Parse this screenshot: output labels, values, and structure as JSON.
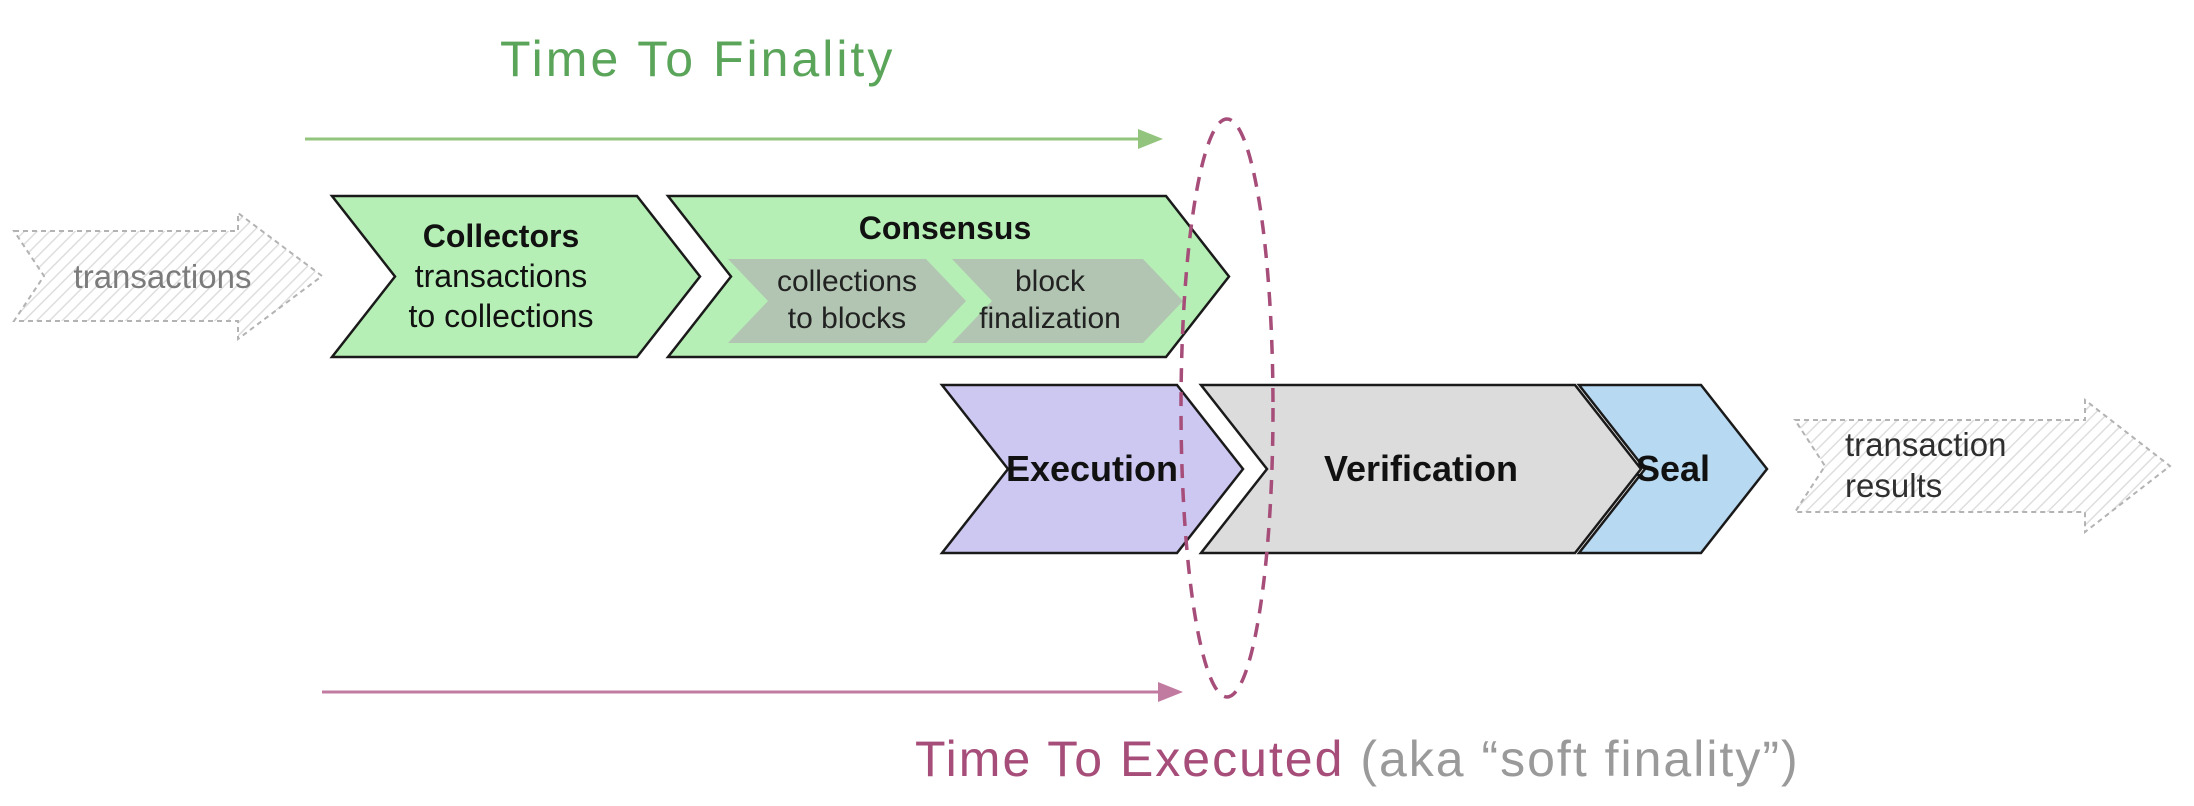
{
  "title": "Time To Finality",
  "caption": {
    "main": "Time To Executed",
    "suffix": " (aka “soft finality”)"
  },
  "io": {
    "input_label": "transactions",
    "output_label_line1": "transaction",
    "output_label_line2": "results"
  },
  "stages": {
    "collectors": {
      "title": "Collectors",
      "line1": "transactions",
      "line2": "to collections"
    },
    "consensus": {
      "title": "Consensus"
    },
    "consensus_sub1": {
      "line1": "collections",
      "line2": "to blocks"
    },
    "consensus_sub2": {
      "line1": "block",
      "line2": "finalization"
    },
    "execution": {
      "title": "Execution"
    },
    "verification": {
      "title": "Verification"
    },
    "seal": {
      "title": "Seal"
    }
  },
  "colors": {
    "title_green": "#5aa55a",
    "arrow_green": "#93c47d",
    "stage_green": "#b5efb5",
    "sub_step_gray_green": "#b2c5b2",
    "execution_purple": "#ccc8f2",
    "verification_gray": "#dcdcdc",
    "seal_blue": "#b8d9f2",
    "ellipse_magenta": "#a64d79",
    "caption_magenta": "#a64d79",
    "caption_gray": "#9a9a9a",
    "arrow_pink": "#c27ba0",
    "outline_black": "#1a1a1a",
    "hatch_outline_gray": "#b3b3b3"
  }
}
